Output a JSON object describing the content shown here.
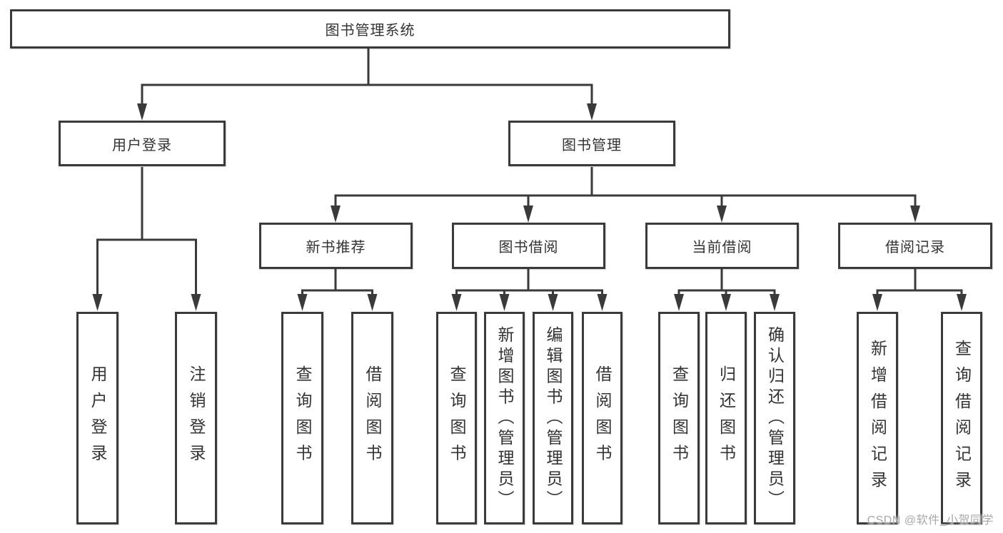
{
  "diagram": {
    "root": {
      "label": "图书管理系统"
    },
    "branches": [
      {
        "label": "用户登录",
        "children": [
          {
            "label": "用户登录"
          },
          {
            "label": "注销登录"
          }
        ]
      },
      {
        "label": "图书管理",
        "children": [
          {
            "label": "新书推荐",
            "children": [
              {
                "label": "查询图书"
              },
              {
                "label": "借阅图书"
              }
            ]
          },
          {
            "label": "图书借阅",
            "children": [
              {
                "label": "查询图书"
              },
              {
                "label": "新增图书（管理员）"
              },
              {
                "label": "编辑图书（管理员）"
              },
              {
                "label": "借阅图书"
              }
            ]
          },
          {
            "label": "当前借阅",
            "children": [
              {
                "label": "查询图书"
              },
              {
                "label": "归还图书"
              },
              {
                "label": "确认归还（管理员）"
              }
            ]
          },
          {
            "label": "借阅记录",
            "children": [
              {
                "label": "新增借阅记录"
              },
              {
                "label": "查询借阅记录"
              }
            ]
          }
        ]
      }
    ]
  },
  "watermark": {
    "text": "CSDN @软件_小贺同学"
  },
  "colors": {
    "line": "#3a3a3a",
    "box_border": "#3a3a3a",
    "text": "#333333",
    "background": "#ffffff",
    "watermark": "#a8a8a8"
  }
}
